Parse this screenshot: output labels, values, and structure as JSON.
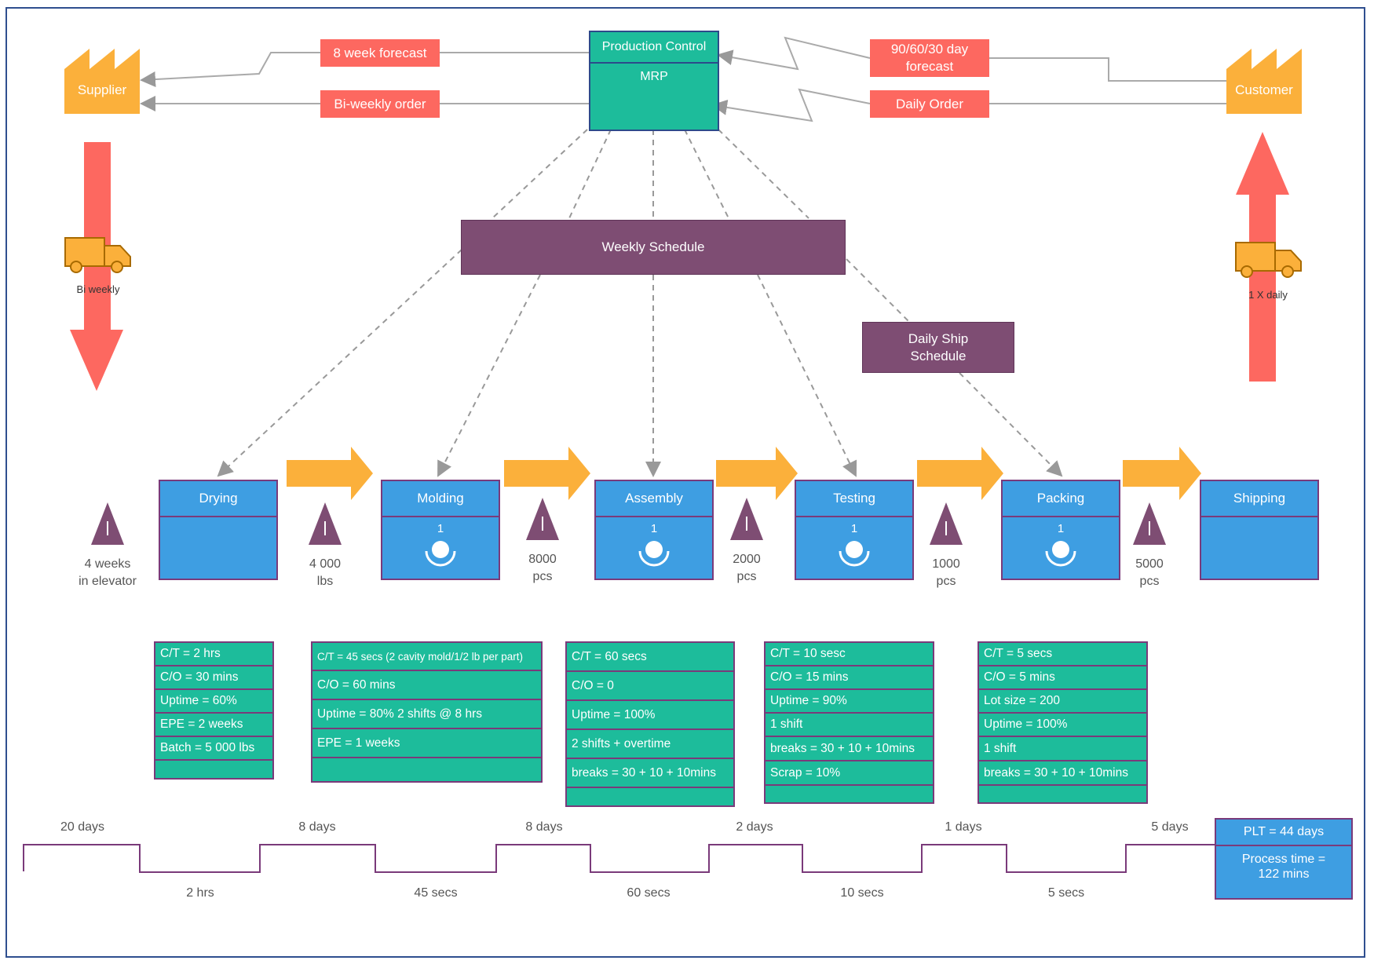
{
  "colors": {
    "factory": "#fbb03b",
    "info_flow": "#fd6860",
    "schedule": "#7e4d73",
    "control": "#1dbc9b",
    "process": "#3e9ee2",
    "push_arrow": "#fbb03b",
    "inventory": "#7e4d73"
  },
  "supplier": {
    "label": "Supplier"
  },
  "customer": {
    "label": "Customer"
  },
  "production_control": {
    "title": "Production Control",
    "subtitle": "MRP"
  },
  "info_boxes": {
    "forecast_8wk": "8 week forecast",
    "biweekly_order": "Bi-weekly order",
    "forecast_906030": "90/60/30 day forecast",
    "daily_order": "Daily Order"
  },
  "weekly_schedule": "Weekly Schedule",
  "daily_ship_schedule": "Daily Ship Schedule",
  "shipments": {
    "inbound": {
      "label": "Bi weekly",
      "icon": "truck-icon"
    },
    "outbound": {
      "label": "1 X daily",
      "icon": "truck-icon"
    }
  },
  "processes": [
    {
      "name": "Drying",
      "operators": ""
    },
    {
      "name": "Molding",
      "operators": "1"
    },
    {
      "name": "Assembly",
      "operators": "1"
    },
    {
      "name": "Testing",
      "operators": "1"
    },
    {
      "name": "Packing",
      "operators": "1"
    },
    {
      "name": "Shipping",
      "operators": ""
    }
  ],
  "inventories": [
    {
      "label": "4 weeks\nin elevator"
    },
    {
      "label": "4 000\nlbs"
    },
    {
      "label": "8000\npcs"
    },
    {
      "label": "2000\npcs"
    },
    {
      "label": "1000\npcs"
    },
    {
      "label": "5000\npcs"
    }
  ],
  "data_boxes": [
    {
      "rows": [
        "C/T = 2 hrs",
        "C/O = 30 mins",
        "Uptime = 60%",
        "EPE = 2 weeks",
        "Batch = 5 000 lbs",
        ""
      ]
    },
    {
      "rows": [
        "C/T = 45 secs (2 cavity mold/1/2 lb per part)",
        "C/O = 60 mins",
        "Uptime = 80% 2 shifts @ 8 hrs",
        "EPE = 1 weeks",
        ""
      ]
    },
    {
      "rows": [
        "C/T = 60 secs",
        "C/O = 0",
        "Uptime = 100%",
        "2 shifts + overtime",
        "breaks = 30 + 10 + 10mins",
        ""
      ]
    },
    {
      "rows": [
        "C/T = 10 sesc",
        "C/O = 15 mins",
        "Uptime = 90%",
        "1 shift",
        "breaks = 30 + 10 + 10mins",
        "Scrap = 10%",
        ""
      ]
    },
    {
      "rows": [
        "C/T = 5 secs",
        "C/O = 5 mins",
        "Lot size = 200",
        "Uptime = 100%",
        "1 shift",
        "breaks = 30 + 10 + 10mins",
        ""
      ]
    }
  ],
  "timeline": {
    "wait_times": [
      "20 days",
      "8 days",
      "8 days",
      "2 days",
      "1 days",
      "5 days"
    ],
    "process_times": [
      "2 hrs",
      "45 secs",
      "60 secs",
      "10 secs",
      "5 secs"
    ]
  },
  "summary": {
    "plt": "PLT = 44 days",
    "process_time": "Process time =\n122 mins"
  }
}
